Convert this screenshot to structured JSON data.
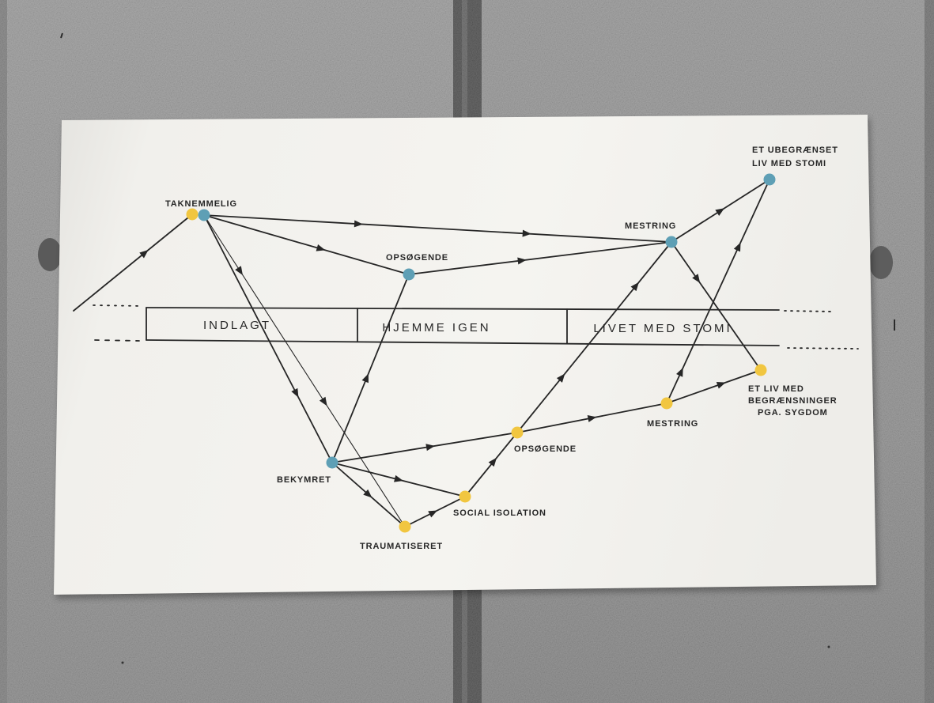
{
  "colors": {
    "blue": "#5e9fb5",
    "yellow": "#f1c640",
    "ink": "#262626",
    "paper": "#f3f2ee"
  },
  "band": {
    "segments": [
      "INDLAGT",
      "HJEMME IGEN",
      "LIVET MED STOMI"
    ]
  },
  "nodes": [
    {
      "label_lines": [
        "TAKNEMMELIG"
      ],
      "dots": [
        "#f1c640",
        "#5e9fb5"
      ]
    },
    {
      "label_lines": [
        "OPSØGENDE"
      ],
      "dots": [
        "#5e9fb5"
      ]
    },
    {
      "label_lines": [
        "MESTRING"
      ],
      "dots": [
        "#5e9fb5"
      ]
    },
    {
      "label_lines": [
        "ET UBEGRÆNSET",
        "LIV MED STOMI"
      ],
      "dots": [
        "#5e9fb5"
      ]
    },
    {
      "label_lines": [
        "ET LIV MED",
        "BEGRÆNSNINGER",
        "PGA. SYGDOM"
      ],
      "dots": [
        "#f1c640"
      ]
    },
    {
      "label_lines": [
        "MESTRING"
      ],
      "dots": [
        "#f1c640"
      ]
    },
    {
      "label_lines": [
        "OPSØGENDE"
      ],
      "dots": [
        "#f1c640"
      ]
    },
    {
      "label_lines": [
        "SOCIAL ISOLATION"
      ],
      "dots": [
        "#f1c640"
      ]
    },
    {
      "label_lines": [
        "TRAUMATISERET"
      ],
      "dots": [
        "#f1c640"
      ]
    },
    {
      "label_lines": [
        "BEKYMRET"
      ],
      "dots": [
        "#5e9fb5"
      ]
    }
  ],
  "edges": [
    [
      null,
      0
    ],
    [
      0,
      2
    ],
    [
      0,
      1
    ],
    [
      1,
      2
    ],
    [
      2,
      3
    ],
    [
      2,
      4
    ],
    [
      0,
      9
    ],
    [
      0,
      8
    ],
    [
      9,
      1
    ],
    [
      9,
      6
    ],
    [
      9,
      7
    ],
    [
      9,
      8
    ],
    [
      8,
      7
    ],
    [
      7,
      6
    ],
    [
      6,
      2
    ],
    [
      6,
      5
    ],
    [
      5,
      4
    ],
    [
      5,
      3
    ]
  ]
}
